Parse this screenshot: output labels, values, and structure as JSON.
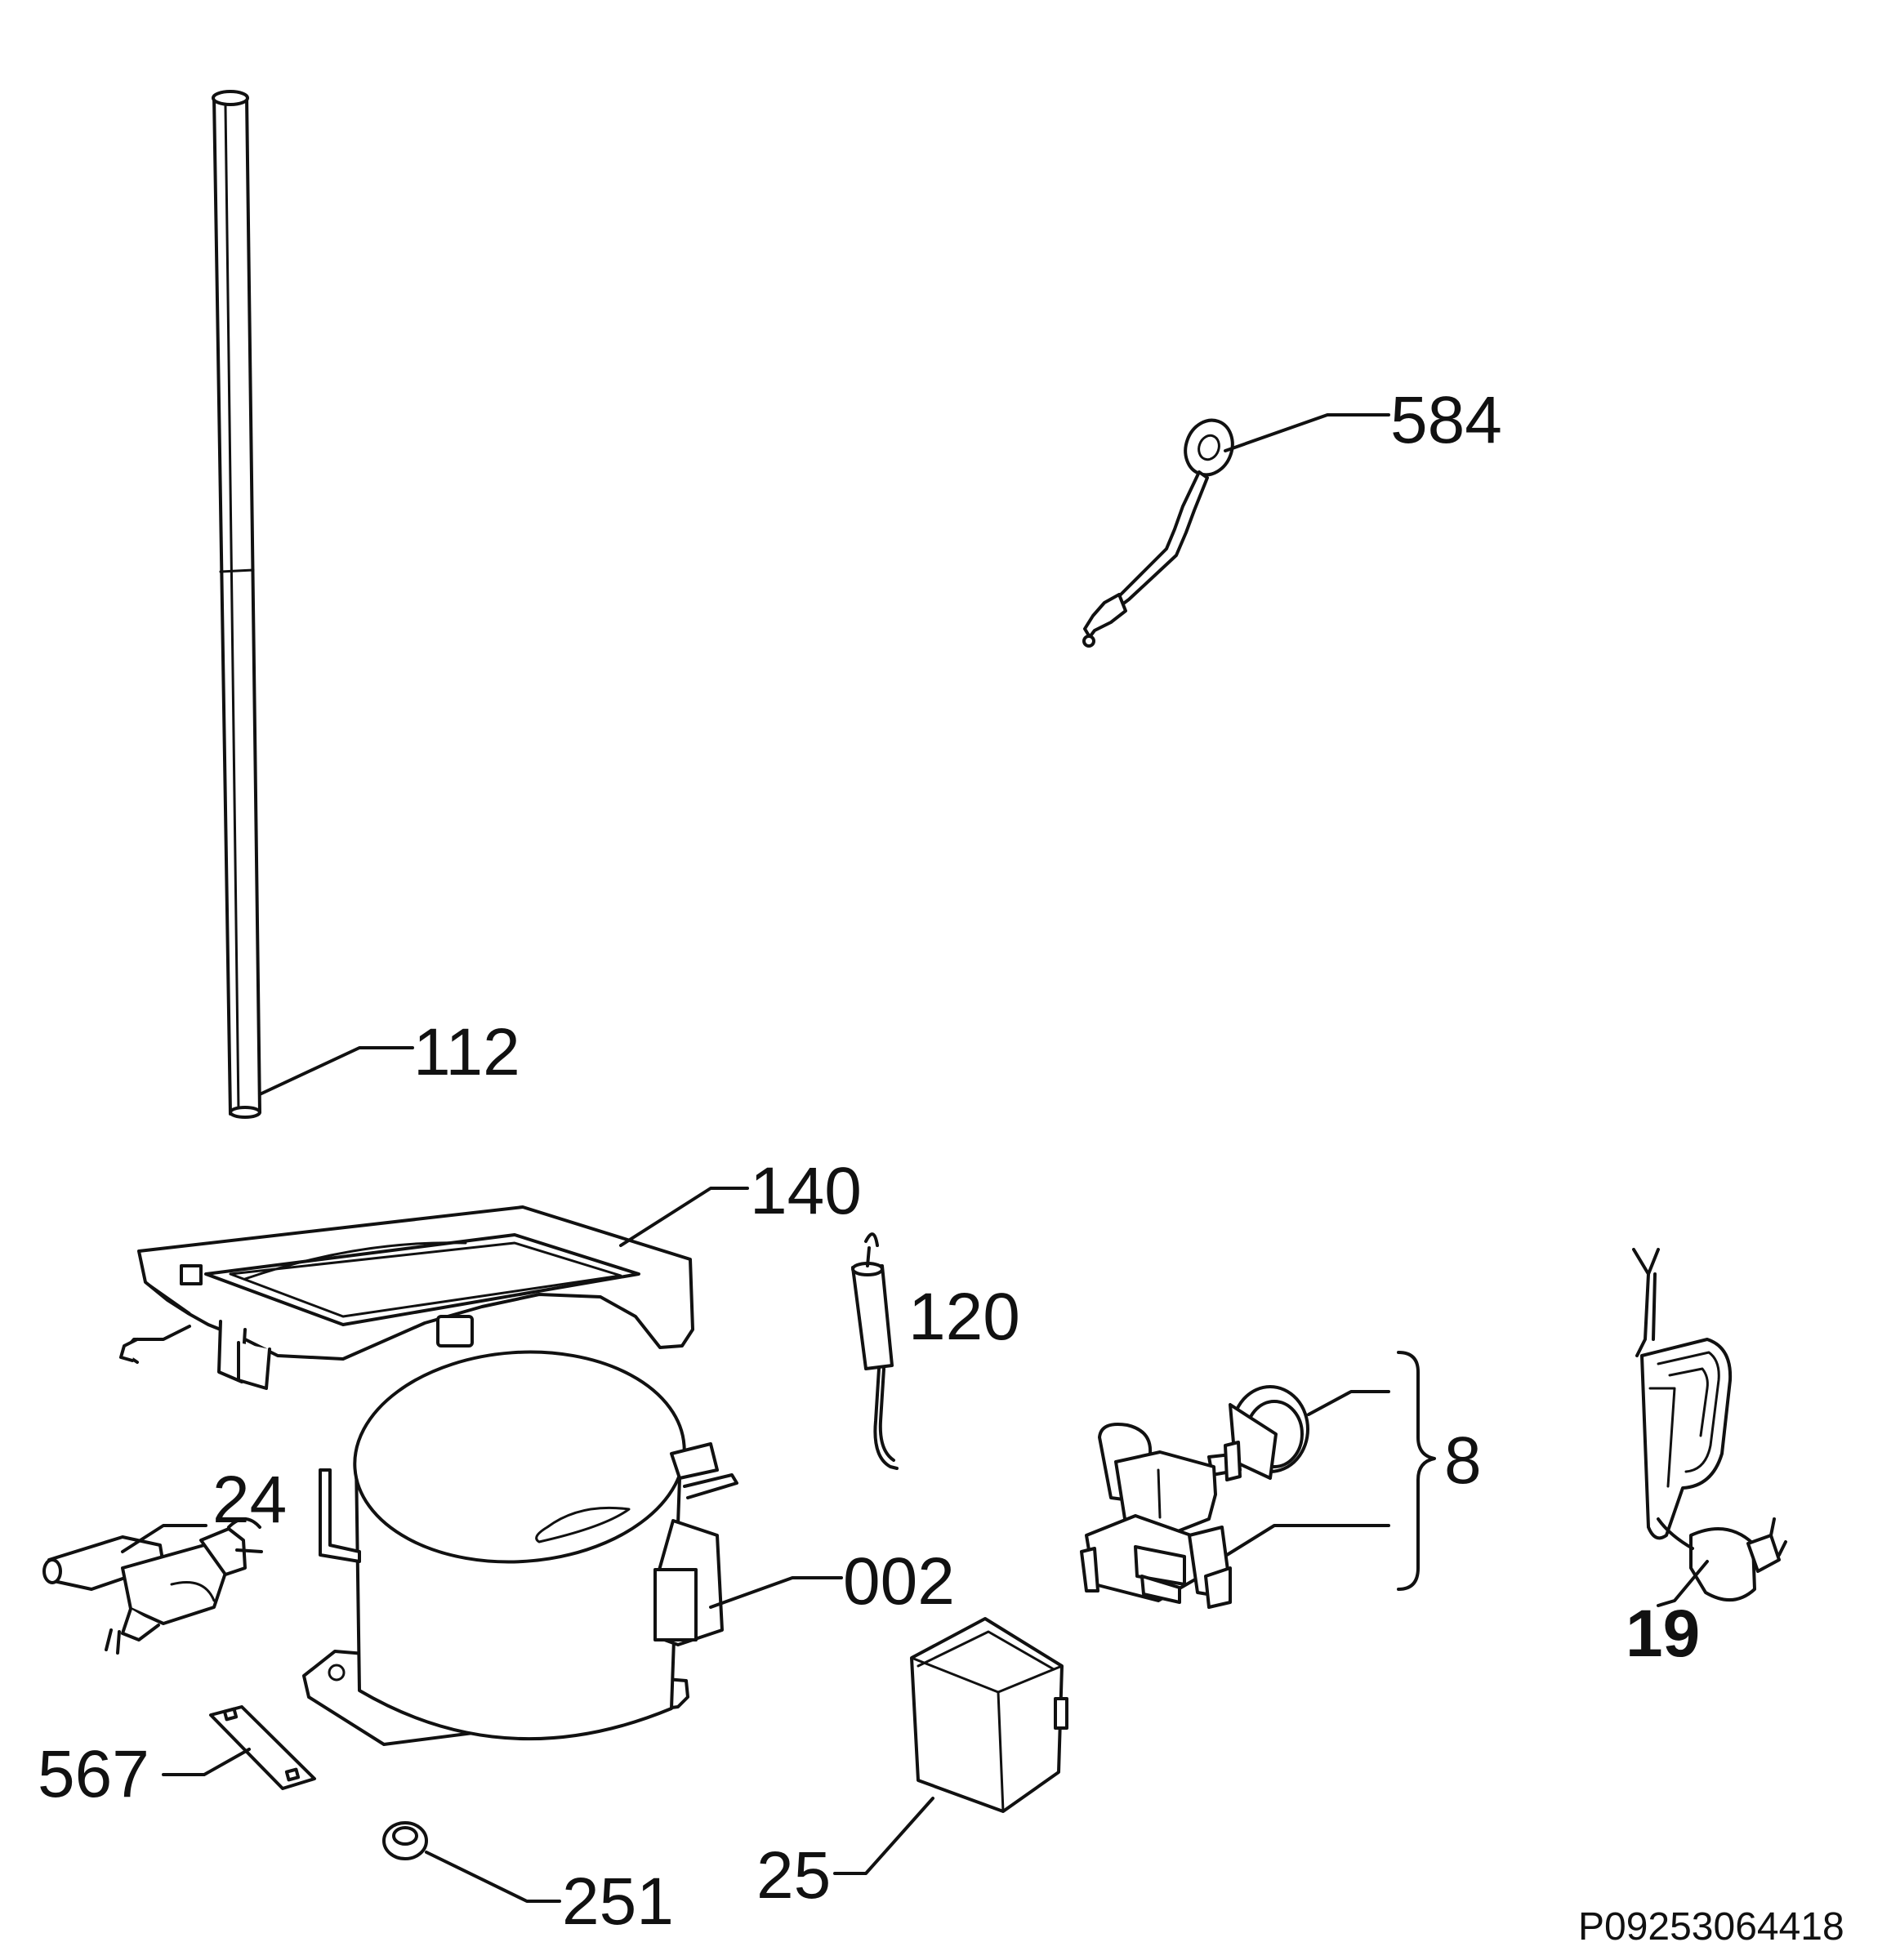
{
  "callouts": {
    "p584": "584",
    "p112": "112",
    "p140": "140",
    "p120": "120",
    "p8": "8",
    "p24": "24",
    "p002": "002",
    "p19": "19",
    "p567": "567",
    "p25": "25",
    "p251": "251"
  },
  "document_ref": "P09253064418"
}
